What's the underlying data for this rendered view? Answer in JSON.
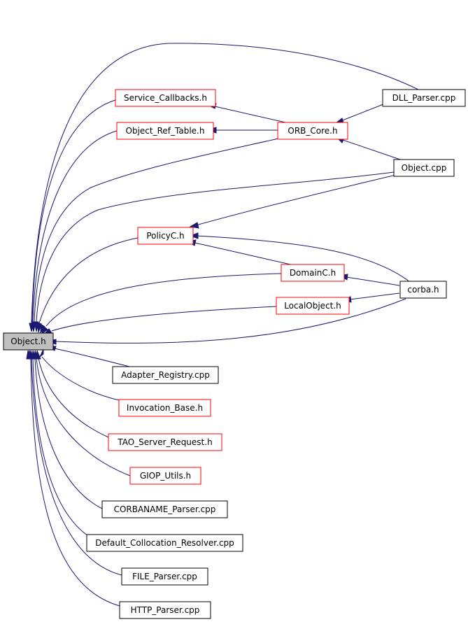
{
  "graph": {
    "edge_color": "#191970",
    "red_border_color": "#ff0000",
    "root_fill_color": "#bfbfbf",
    "nodes": [
      {
        "id": "object_h",
        "label": "Object.h"
      },
      {
        "id": "dll_parser",
        "label": "DLL_Parser.cpp"
      },
      {
        "id": "service_callbacks",
        "label": "Service_Callbacks.h"
      },
      {
        "id": "object_ref_table",
        "label": "Object_Ref_Table.h"
      },
      {
        "id": "orb_core",
        "label": "ORB_Core.h"
      },
      {
        "id": "object_cpp",
        "label": "Object.cpp"
      },
      {
        "id": "policyc",
        "label": "PolicyC.h"
      },
      {
        "id": "domainc",
        "label": "DomainC.h"
      },
      {
        "id": "corba_h",
        "label": "corba.h"
      },
      {
        "id": "localobject",
        "label": "LocalObject.h"
      },
      {
        "id": "adapter_registry",
        "label": "Adapter_Registry.cpp"
      },
      {
        "id": "invocation_base",
        "label": "Invocation_Base.h"
      },
      {
        "id": "tao_server_request",
        "label": "TAO_Server_Request.h"
      },
      {
        "id": "giop_utils",
        "label": "GIOP_Utils.h"
      },
      {
        "id": "corbaname_parser",
        "label": "CORBANAME_Parser.cpp"
      },
      {
        "id": "default_collocation_resolver",
        "label": "Default_Collocation_Resolver.cpp"
      },
      {
        "id": "file_parser",
        "label": "FILE_Parser.cpp"
      },
      {
        "id": "http_parser",
        "label": "HTTP_Parser.cpp"
      }
    ]
  }
}
